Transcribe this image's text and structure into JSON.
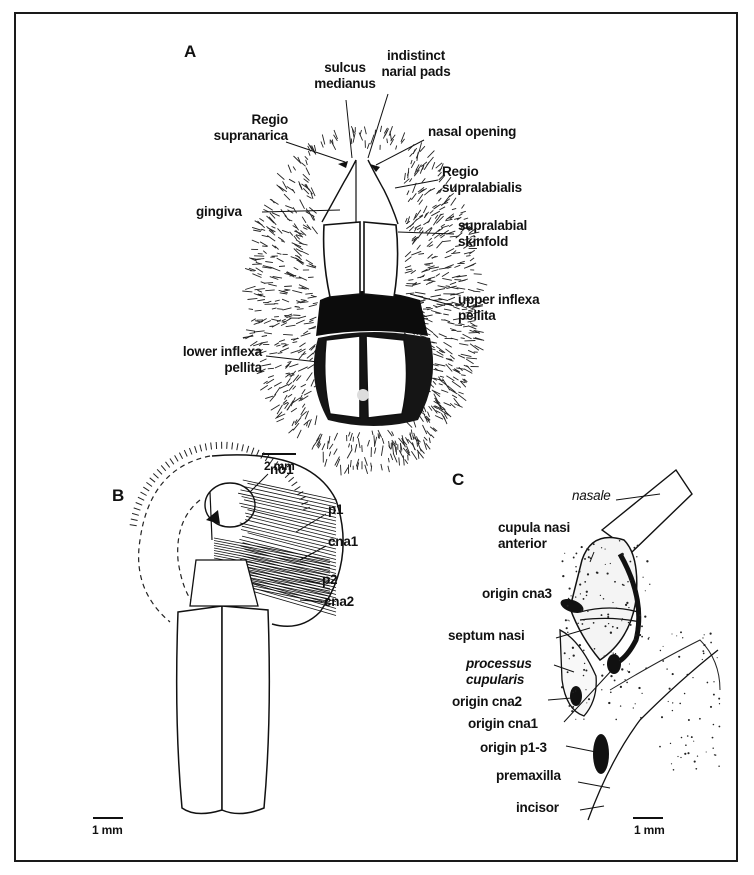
{
  "panels": {
    "a": {
      "letter": "A",
      "labels": {
        "sulcus_medianus": "sulcus\nmedianus",
        "indistinct_narial_pads": "indistinct\nnarial pads",
        "regio_supranarica": "Regio\nsupranarica",
        "nasal_opening": "nasal opening",
        "regio_supralabialis": "Regio\nsupralabialis",
        "gingiva": "gingiva",
        "supralabial_skinfold": "supralabial\nskinfold",
        "upper_inflexa_pellita": "upper inflexa\npellita",
        "lower_inflexa_pellita": "lower inflexa\npellita"
      },
      "scale": "2 mm"
    },
    "b": {
      "letter": "B",
      "labels": {
        "no1": "no1",
        "p1": "p1",
        "cna1": "cna1",
        "p2": "p2",
        "cna2": "cna2"
      },
      "scale": "1 mm"
    },
    "c": {
      "letter": "C",
      "labels": {
        "nasale": "nasale",
        "cupula_nasi_anterior": "cupula nasi\nanterior",
        "origin_cna3": "origin cna3",
        "septum_nasi": "septum nasi",
        "processus_cupularis": "processus\ncupularis",
        "origin_cna2": "origin cna2",
        "origin_cna1": "origin cna1",
        "origin_p1_3": "origin p1-3",
        "premaxilla": "premaxilla",
        "incisor": "incisor"
      },
      "scale": "1 mm"
    }
  }
}
